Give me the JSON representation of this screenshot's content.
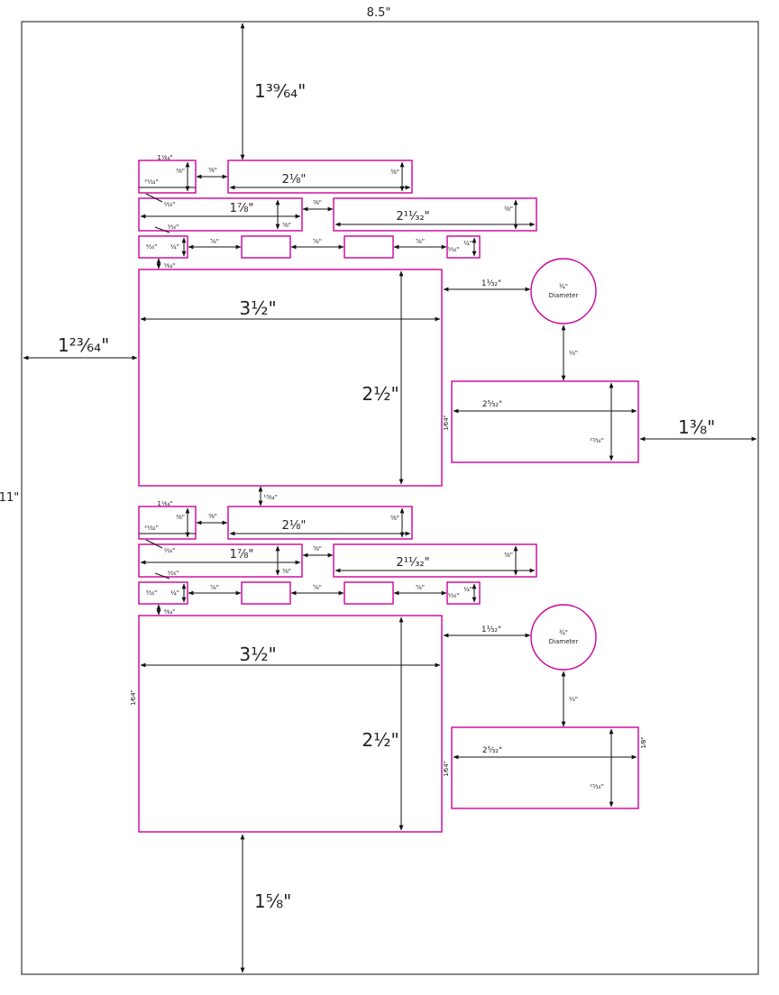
{
  "page": {
    "width_label": "8.5\"",
    "height_label": "11\""
  },
  "colors": {
    "label_outline": "#cc0099",
    "dimension_lines": "#111111",
    "page_border": "#111111"
  },
  "margins": {
    "top": "1³⁹⁄₆₄\"",
    "left": "1²³⁄₆₄\"",
    "right": "1⅜\"",
    "bottom": "1⅝\""
  },
  "block": {
    "small_h": "³⁄₈\"",
    "small_w": "1¹⁄₆₄\"",
    "small_a": "²¹⁄₃₂\"",
    "gap_a": "³⁄₈\"",
    "wide_w": "2⅛\"",
    "wide_h": "³⁄₈\"",
    "mid_w": "1⅞\"",
    "mid_gap": "³⁄₈\"",
    "mid_h": "³⁄₈\"",
    "mid_small": "¹⁄₁₆\"",
    "long_w": "2¹¹⁄₃₂\"",
    "long_h": "³⁄₈\"",
    "row3_a": "⁹⁄₁₆\"",
    "row3_b": "¼\"",
    "row3_gap": "⅝\"",
    "row3_c": "⅜\"",
    "row3_d": "¼\"",
    "row3_e": "¹⁄₁₆\"",
    "row3_f": "¹⁄₁₆\"",
    "gap_to_big": "⁹⁄₆₄\"",
    "big_w": "3½\"",
    "big_h": "2½\"",
    "to_circle": "1¹⁄₃₂\"",
    "circle_size": "¾\"",
    "circle_word": "Diameter",
    "circle_gap": "⅔\"",
    "rect_w": "2⁵⁄₃₂\"",
    "rect_h": "¹⁵⁄₁₆\"",
    "rect_side": "1⁄64\"",
    "block_gap": "¹³⁄₆₄\"",
    "big_side": "1⁄64\"",
    "rect_right": "1⁄8\""
  }
}
